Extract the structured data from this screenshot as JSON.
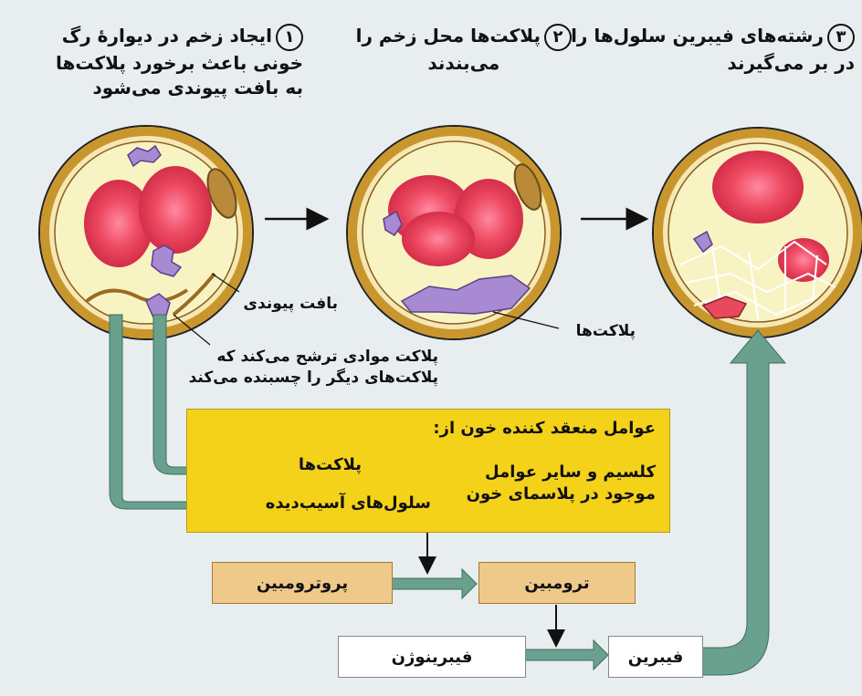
{
  "steps": [
    {
      "number": "۱",
      "lines": [
        "ایجاد زخم در دیوارهٔ رگ",
        "خونی باعث برخورد پلاکت‌ها",
        "به بافت پیوندی می‌شود"
      ]
    },
    {
      "number": "۲",
      "lines": [
        "پلاکت‌ها محل زخم را",
        "می‌بندند"
      ]
    },
    {
      "number": "۳",
      "lines": [
        "رشته‌های فیبرین سلول‌ها را",
        "در بر می‌گیرند"
      ]
    }
  ],
  "labels": {
    "connective_tissue": "بافت پیوندی",
    "platelets": "پلاکت‌ها",
    "platelet_secretion_1": "پلاکت موادی ترشح می‌کند که",
    "platelet_secretion_2": "پلاکت‌های دیگر را چسبنده می‌کند"
  },
  "clotting_factors": {
    "title": "عوامل منعقد کننده خون از:",
    "item_platelets": "پلاکت‌ها",
    "item_damaged_cells": "سلول‌های آسیب‌دیده",
    "other_1": "کلسیم و سایر عوامل",
    "other_2": "موجود در پلاسمای خون"
  },
  "cascade": {
    "prothrombin": "پروترومبین",
    "thrombin": "ترومبین",
    "fibrinogen": "فیبرینوژن",
    "fibrin": "فیبرین"
  },
  "colors": {
    "yellow_box": "#f5d21a",
    "tan_box": "#efc98a",
    "arrow_green": "#6aa08e",
    "vessel_wall": "#c9962e",
    "cell_red": "#e8495e",
    "platelet_purple": "#a78ad2"
  }
}
